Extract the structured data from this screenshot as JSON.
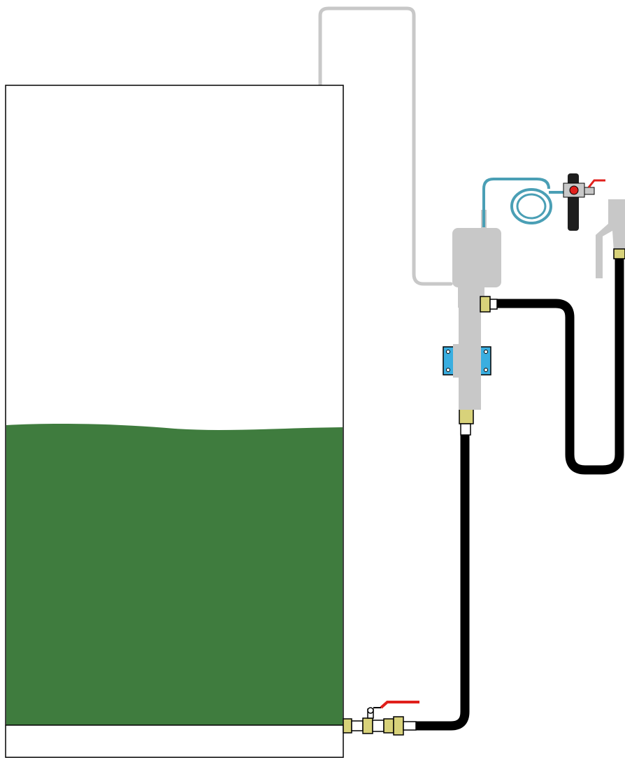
{
  "diagram": {
    "tank": {
      "fill_level": 0.5,
      "liquid_color": "#3f7c3e",
      "outline_color": "#000000"
    },
    "colors": {
      "background": "#ffffff",
      "hose": "#000000",
      "pump_body": "#c8c8c8",
      "return_line": "#c8c8c8",
      "air_line": "#4a9fb5",
      "mount_bracket": "#3aaee0",
      "fitting_brass": "#d8d27a",
      "valve_handle": "#e0201c"
    },
    "components": [
      "storage-tank",
      "ball-valve",
      "suction-hose",
      "pump",
      "mount-bracket",
      "return-line",
      "air-supply-coil",
      "air-filter-regulator",
      "discharge-hose",
      "dispense-gun"
    ]
  }
}
